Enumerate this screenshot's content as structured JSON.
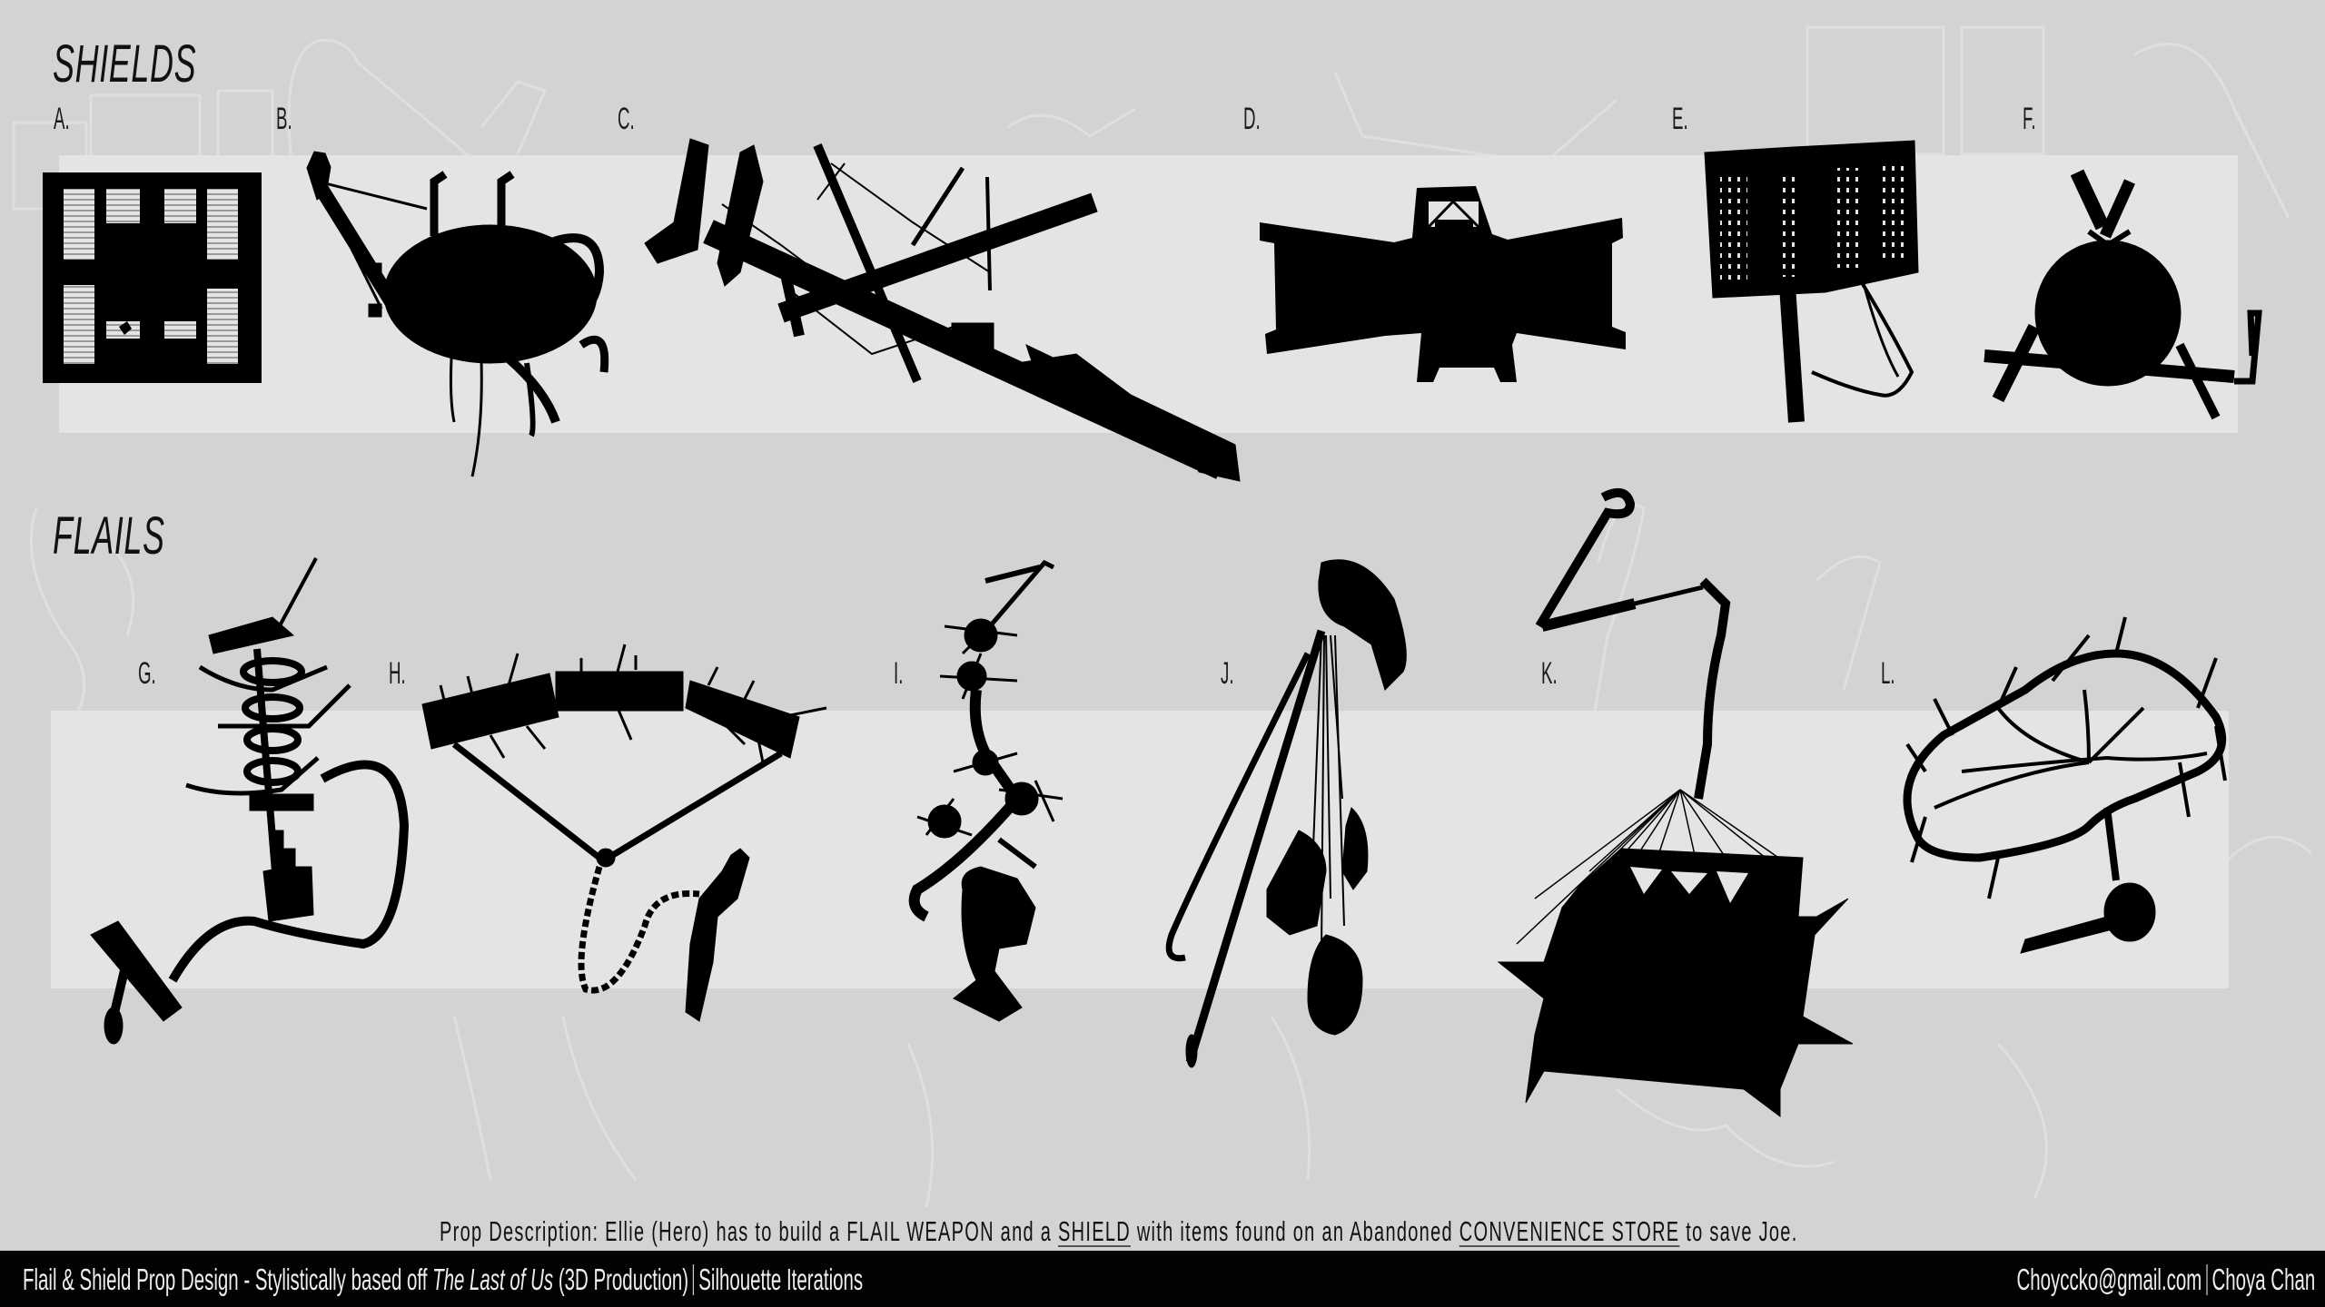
{
  "colors": {
    "background": "#d3d3d3",
    "panel": "#e4e4e4",
    "silhouette": "#000000",
    "footer_bar": "#030303",
    "footer_text": "#eeeeee",
    "ghost_lines": "#dedede"
  },
  "shields": {
    "title": "SHIELDS",
    "items": [
      {
        "label": "A.",
        "shape": "crate-grid-shield"
      },
      {
        "label": "B.",
        "shape": "round-pot-shield"
      },
      {
        "label": "C.",
        "shape": "crossed-poles-banner-shield"
      },
      {
        "label": "D.",
        "shape": "winged-box-shield"
      },
      {
        "label": "E.",
        "shape": "perforated-panel-shield"
      },
      {
        "label": "F.",
        "shape": "round-lashed-shield"
      }
    ]
  },
  "flails": {
    "title": "FLAILS",
    "items": [
      {
        "label": "G.",
        "shape": "spiked-coil-flail"
      },
      {
        "label": "H.",
        "shape": "spiked-rollers-chain-flail"
      },
      {
        "label": "I.",
        "shape": "cluster-branch-flail"
      },
      {
        "label": "J.",
        "shape": "staff-multi-head-flail"
      },
      {
        "label": "K.",
        "shape": "caged-basket-flail"
      },
      {
        "label": "L.",
        "shape": "thorn-ring-flail"
      }
    ]
  },
  "description": {
    "prefix": "Prop Description: Ellie (Hero) has to build a FLAIL WEAPON and a ",
    "shield_word": "SHIELD",
    "middle": " with items found on an Abandoned ",
    "store_word": "CONVENIENCE STORE",
    "suffix": " to save Joe."
  },
  "footer": {
    "title_start": "Flail & Shield Prop Design - Stylistically based off ",
    "title_italic": "The Last of Us",
    "title_end": " (3D Production)",
    "subtitle": "Silhouette Iterations",
    "email": "Choyccko@gmail.com",
    "author": "Choya Chan"
  }
}
